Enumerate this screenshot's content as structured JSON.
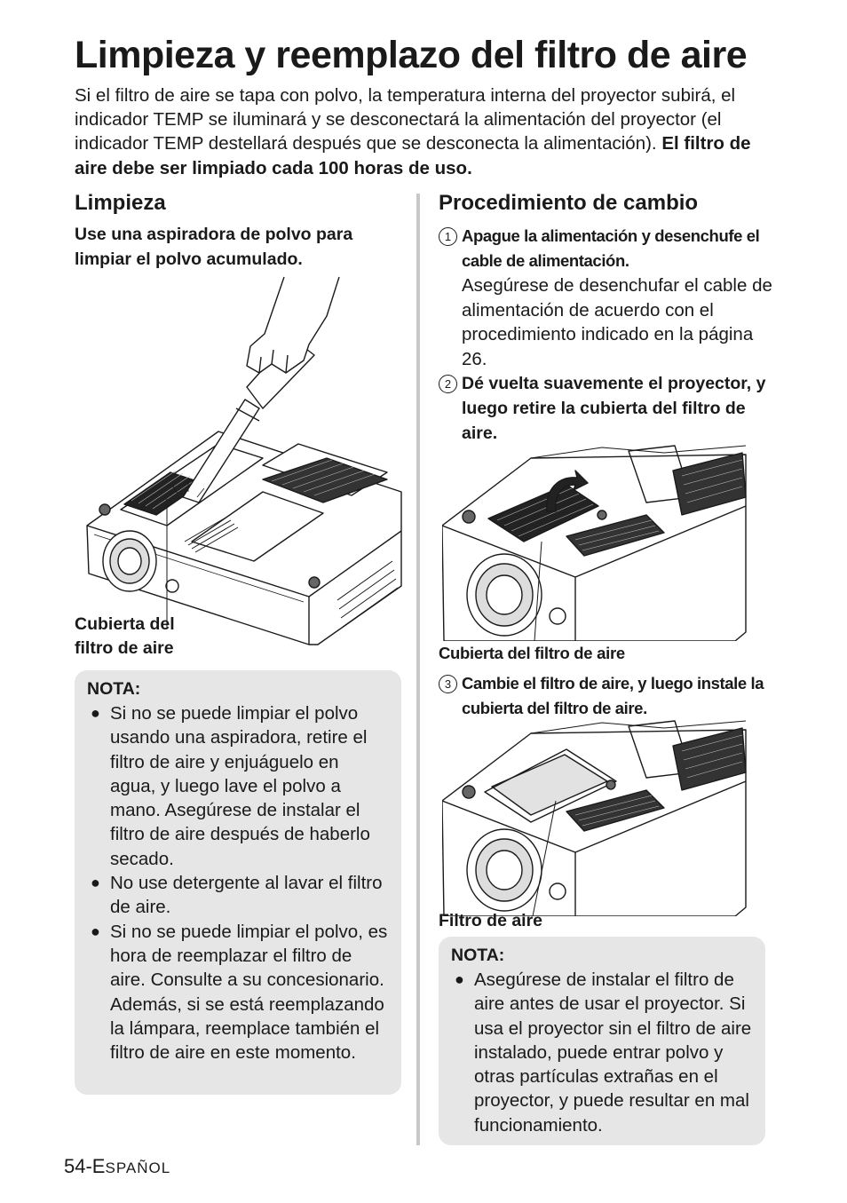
{
  "title": "Limpieza y reemplazo del filtro de aire",
  "intro": {
    "text": "Si el filtro de aire se tapa con polvo, la temperatura interna del proyector subirá, el indicador TEMP se iluminará y se desconectará la alimentación del proyector (el indicador TEMP destellará después que se desconecta la alimentación).",
    "bold": "El filtro de aire debe ser limpiado cada 100 horas de uso."
  },
  "cleaning": {
    "heading": "Limpieza",
    "instruction": "Use una aspiradora de polvo para limpiar el polvo acumulado.",
    "caption_line1": "Cubierta del",
    "caption_line2": "filtro de aire",
    "note": {
      "title": "NOTA:",
      "bullet": "●",
      "items": [
        "Si no se puede limpiar el polvo usando una aspiradora, retire el filtro de aire y enjuáguelo en agua, y luego lave el polvo a mano. Asegúrese de instalar el filtro de aire después de haberlo secado.",
        "No use detergente al lavar el filtro de aire.",
        "Si no se puede limpiar el polvo, es hora de reemplazar el filtro de aire. Consulte a su concesionario. Además, si se está reemplazando la lámpara, reemplace también el filtro de aire en este momento."
      ]
    }
  },
  "procedure": {
    "heading": "Procedimiento de cambio",
    "steps": [
      {
        "num": "1",
        "lead": "Apague la alimentación y desenchufe el cable de alimentación.",
        "body": "Asegúrese de desenchufar el cable de alimentación de acuerdo con el procedimiento indicado en la página 26."
      },
      {
        "num": "2",
        "lead": "Dé vuelta suavemente el proyector, y luego retire la cubierta del filtro de aire.",
        "body": ""
      },
      {
        "num": "3",
        "lead": "Cambie el filtro de aire, y luego instale la cubierta del filtro de aire.",
        "body": ""
      }
    ],
    "caption_cover": "Cubierta del filtro de aire",
    "caption_filter": "Filtro de aire",
    "note": {
      "title": "NOTA:",
      "bullet": "●",
      "items": [
        "Asegúrese de instalar el filtro de aire antes de usar el proyector. Si usa el proyector sin el filtro de aire instalado, puede entrar polvo y otras partículas extrañas en el proyector, y puede resultar en mal funcionamiento."
      ]
    }
  },
  "footer": {
    "page": "54-",
    "lang_initial": "E",
    "lang_rest": "SPAÑOL"
  }
}
